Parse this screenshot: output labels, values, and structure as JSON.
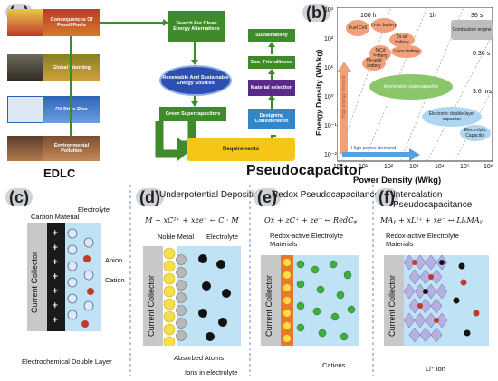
{
  "panel_a": {
    "label": "(a)",
    "left_boxes": [
      "Consequences Of Fossil Fuels",
      "Global Warming",
      "Oil Price Rise",
      "Environmental Pollution"
    ],
    "flow": {
      "search": "Search For Clean Energy Alternatives",
      "renewable": "Renewable And Sustainable Energy Sources",
      "green": "Green Supercapacitors",
      "requirements": "Requirements",
      "sustainability": "Sustainability",
      "eco": "Eco- Friendliness",
      "material": "Material selection",
      "designing": "Designing Consideration"
    },
    "edlc": "EDLC",
    "pseudocapacitor": "Pseudocapacitor"
  },
  "panel_b": {
    "label": "(b)",
    "xlabel": "Power Density (W/kg)",
    "ylabel": "Energy Density (Wh/kg)",
    "time_labels": [
      "100 h",
      "1h",
      "36 s",
      "0.36 s",
      "3.6 ms"
    ],
    "regions": [
      "Fuel Cell",
      "Li-air battery",
      "Zn-air battery",
      "NiCd battery",
      "Li-ion battery",
      "Pb-acid battery",
      "Combustion engine",
      "Asymmetric supercapacitor",
      "Electronic double layer capacitor",
      "Electrolytic Capacitor"
    ],
    "arrow_energy": "High energy demand",
    "arrow_power": "High power demand",
    "x_ticks": [
      "10⁰",
      "10¹",
      "10²",
      "10³",
      "10⁴",
      "10⁵",
      "10⁶"
    ],
    "y_ticks": [
      "10³",
      "10²",
      "10¹",
      "10⁰",
      "10⁻¹",
      "10⁻²"
    ]
  },
  "panel_c": {
    "label": "(c)",
    "carbon": "Carbon Material",
    "electrolyte": "Electrolyte",
    "anion": "Anion",
    "cation": "Cation",
    "collector": "Current Collector",
    "caption": "Electrochemical Double Layer"
  },
  "panel_d": {
    "label": "(d)",
    "title": "Underpotential Deposition",
    "eq": "M + xC²⁺ + xze⁻ ↔ C · M",
    "noble": "Noble Metal",
    "electrolyte": "Electrolyte",
    "collector": "Current Collector",
    "absorbed": "Absorbed Atoms",
    "ions": "Ions in electrolyte"
  },
  "panel_e": {
    "label": "(e)",
    "title": "Redox Pseudocapacitance",
    "eq": "Ox + zC⁺ + ze⁻ ↔ RedCᵩ",
    "materials": "Redox-active Electrolyte Materials",
    "collector": "Current Collector",
    "cations": "Cations"
  },
  "panel_f": {
    "label": "(f)",
    "title": "Intercalation Pseudocapacitance",
    "eq": "MAᵧ + xLi⁺ + xe⁻ ↔ LiₓMAᵧ",
    "materials": "Redox-active Electrolyte Materials",
    "collector": "Current Collector",
    "li_ion": "Li⁺ ion"
  },
  "colors": {
    "green": "#3f8a2a",
    "navy": "#263a7c",
    "yellow": "#f5c518",
    "bubble": "#f2a07a",
    "lightblue": "#bfe3f5"
  }
}
